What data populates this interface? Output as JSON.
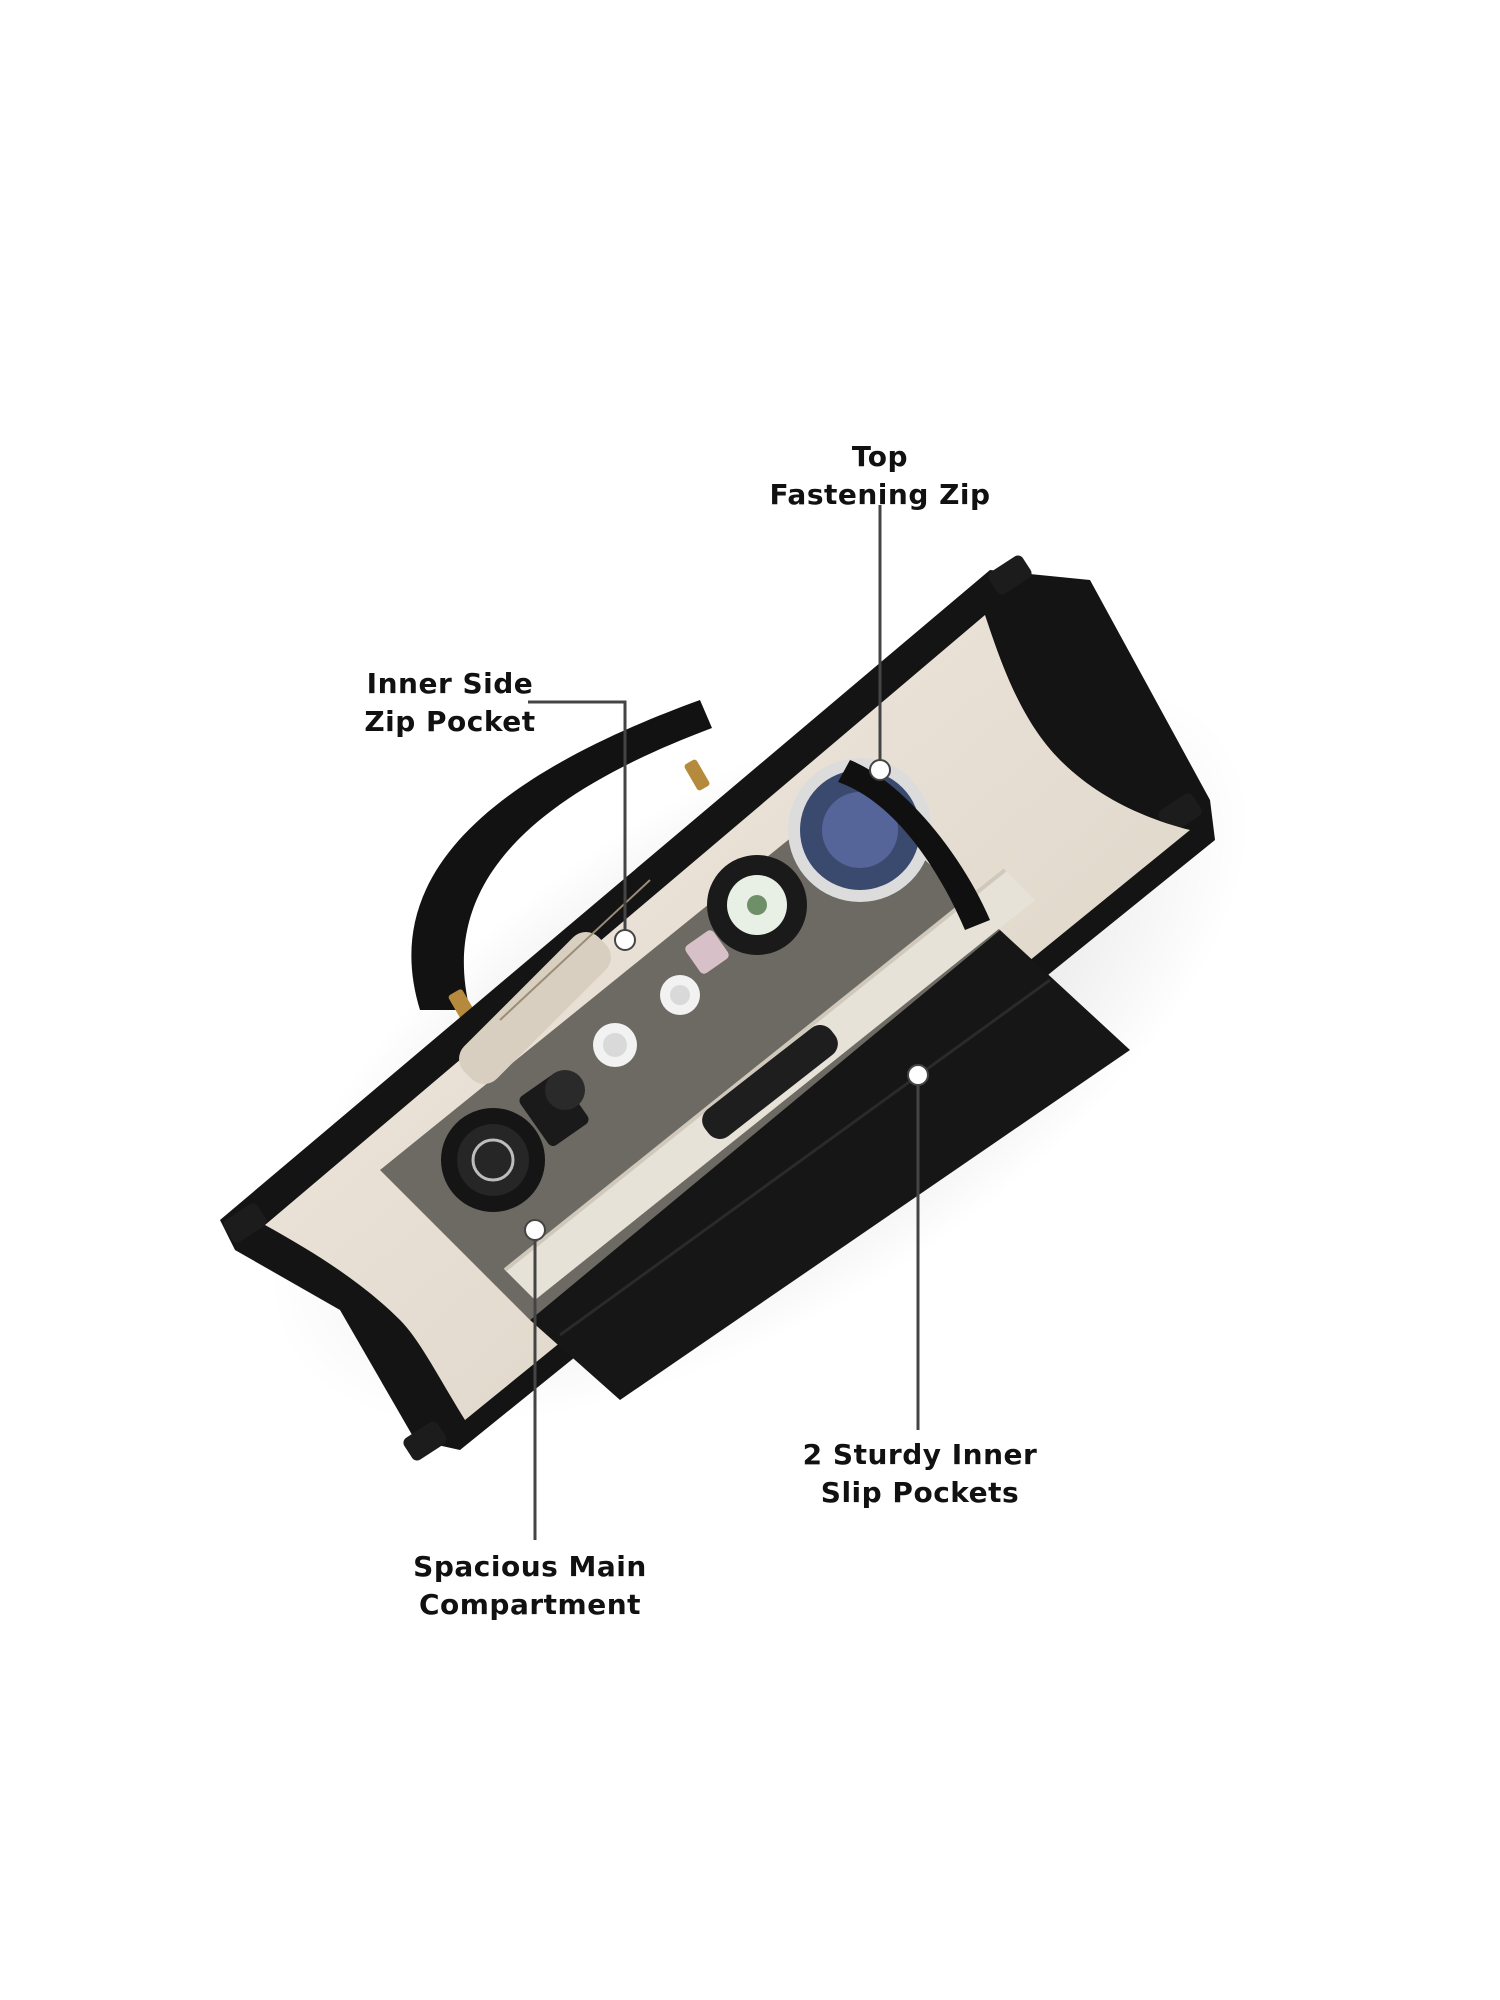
{
  "callouts": {
    "top_zip": {
      "line1": "Top",
      "line2": "Fastening Zip"
    },
    "side_zip": {
      "line1": "Inner Side",
      "line2": "Zip Pocket"
    },
    "slip_pockets": {
      "line1": "2 Sturdy Inner",
      "line2": "Slip Pockets"
    },
    "main_compartment": {
      "line1": "Spacious Main",
      "line2": "Compartment"
    }
  },
  "colors": {
    "bag_body": "#141414",
    "lining": "#e9e1d6",
    "pocket_panel": "#6c6a63",
    "callout_text": "#111111",
    "leader_line": "#444444"
  }
}
